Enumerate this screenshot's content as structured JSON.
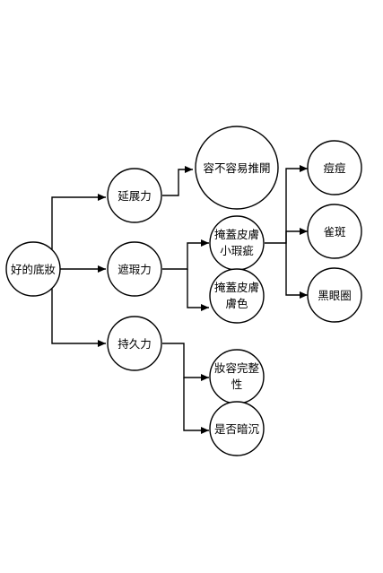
{
  "diagram": {
    "root": {
      "label": "好的底妝"
    },
    "branches": {
      "extend": {
        "label": "延展力"
      },
      "conceal": {
        "label": "遮瑕力"
      },
      "lasting": {
        "label": "持久力"
      }
    },
    "leaves": {
      "not_easy_push": {
        "label": "容不容易推開"
      },
      "cover_small": {
        "line1": "掩蓋皮膚",
        "line2": "小瑕疵"
      },
      "cover_tone": {
        "line1": "掩蓋皮膚",
        "line2": "膚色"
      },
      "makeup_whole": {
        "line1": "妝容完整",
        "line2": "性"
      },
      "dull": {
        "label": "是否暗沉"
      },
      "acne": {
        "label": "痘痘"
      },
      "freckles": {
        "label": "雀斑"
      },
      "dark_circles": {
        "label": "黑眼圈"
      }
    }
  }
}
